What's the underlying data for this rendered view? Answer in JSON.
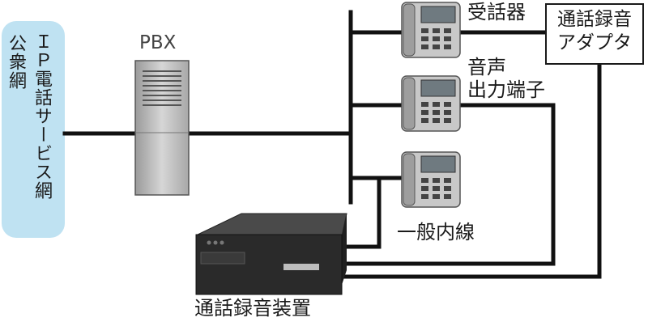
{
  "network": {
    "line1": "公衆網",
    "line2": "ＩＰ電話サービス網",
    "fill_color": "#bfe2f2"
  },
  "pbx": {
    "label": "PBX"
  },
  "labels": {
    "handset": "受話器",
    "audio_out_line1": "音声",
    "audio_out_line2": "出力端子",
    "extension": "一般内線",
    "recorder": "通話録音装置"
  },
  "adapter": {
    "line1": "通話録音",
    "line2": "アダプタ"
  },
  "icons": {
    "phone": "desk-phone-icon",
    "pbx": "pbx-cabinet-icon",
    "recorder": "recorder-box-icon"
  },
  "colors": {
    "line": "#111111",
    "device_gray": "#c8c8c8",
    "recorder_dark": "#2a2a2a"
  }
}
